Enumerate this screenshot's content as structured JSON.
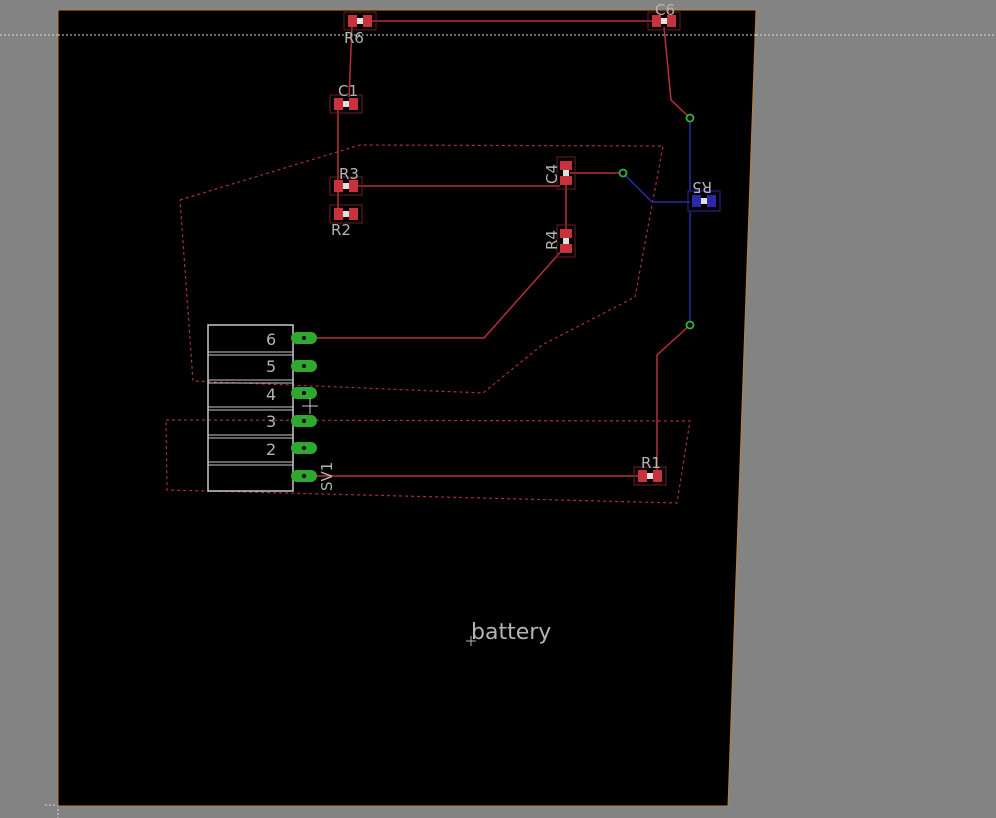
{
  "app": "PCB board layout editor",
  "colors": {
    "background": "#838383",
    "board": "#000000",
    "board_outline": "#c0803a",
    "top_trace": "#b5303a",
    "bottom_trace": "#2a2aa8",
    "pad": "#c8323c",
    "via": "#35b235",
    "header_pin": "#2fa82f",
    "silkscreen": "#c8c8c8",
    "text": "#b4b4b4"
  },
  "components": {
    "r6": "R6",
    "c6": "C6",
    "c1": "C1",
    "r3": "R3",
    "r2": "R2",
    "c4": "C4",
    "r4": "R4",
    "r5": "R5",
    "r1": "R1",
    "sv1": "SV1"
  },
  "header_pins": [
    "6",
    "5",
    "4",
    "3",
    "2"
  ],
  "board_label": "battery"
}
